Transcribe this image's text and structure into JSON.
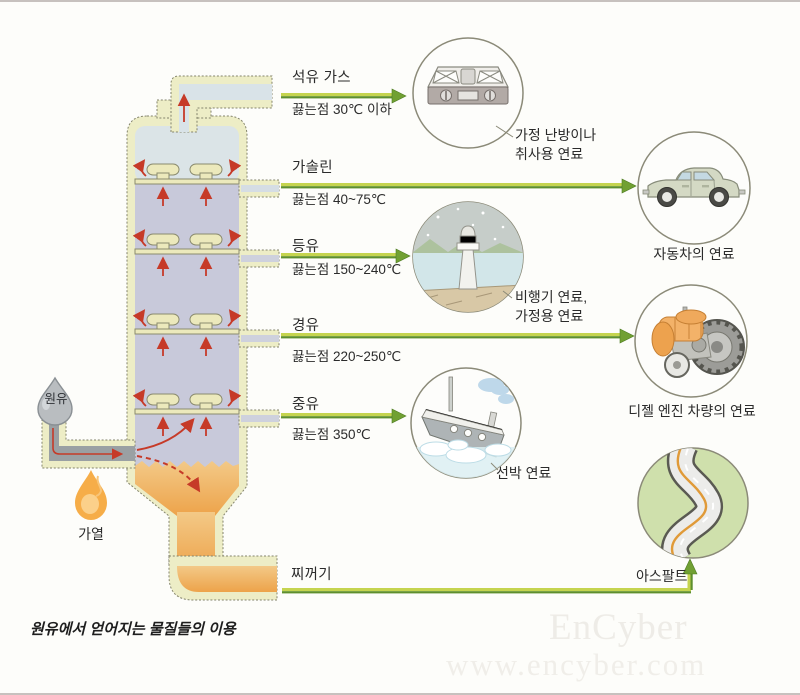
{
  "caption": "원유에서 얻어지는 물질들의 이용",
  "feed": {
    "label": "원유"
  },
  "heat": {
    "label": "가열"
  },
  "fractions": [
    {
      "name": "석유 가스",
      "bp": "끓는점 30℃ 이하",
      "use": "가정 난방이나\n취사용 연료"
    },
    {
      "name": "가솔린",
      "bp": "끓는점 40~75℃",
      "use": "자동차의 연료"
    },
    {
      "name": "등유",
      "bp": "끓는점 150~240℃",
      "use": "비행기 연료,\n가정용 연료"
    },
    {
      "name": "경유",
      "bp": "끓는점 220~250℃",
      "use": "디젤 엔진 차량의 연료"
    },
    {
      "name": "중유",
      "bp": "끓는점 350℃",
      "use": "선박 연료"
    }
  ],
  "residue": {
    "label": "찌꺼기",
    "use": "아스팔트"
  },
  "watermark": {
    "brand": "EnCyber",
    "url": "www.encyber.com"
  },
  "icons": [
    "crude-oil-drop-icon",
    "flame-icon",
    "gas-stove-icon",
    "car-icon",
    "lighthouse-icon",
    "tractor-icon",
    "ship-icon",
    "road-icon"
  ],
  "colors": {
    "tower_wall": "#ededc6",
    "tower_upper_section": "#dbe4e7",
    "tower_lower_section": "#c8c9da",
    "residue_orange": "#efab55",
    "vapor_arrow_red": "#c63a28",
    "flow_arrow_green": "#6a9b30"
  }
}
